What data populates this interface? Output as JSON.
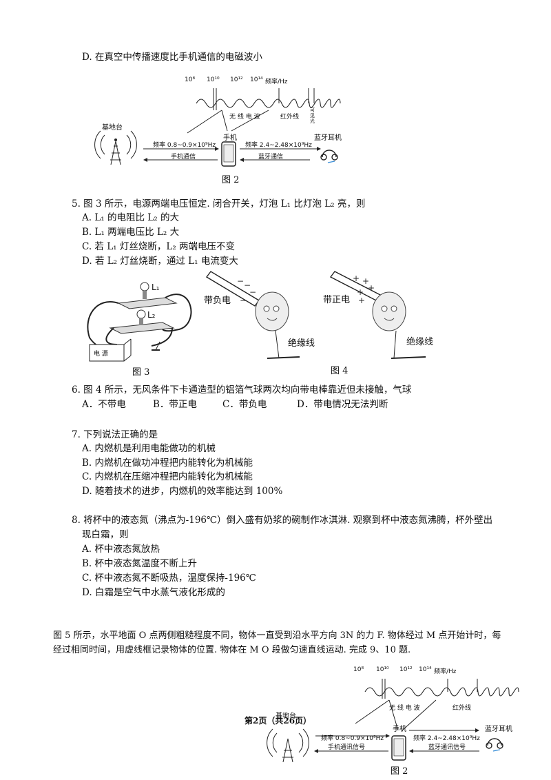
{
  "q4_option_d": "D. 在真空中传播速度比手机通信的电磁波小",
  "fig2": {
    "freq_ticks": [
      "10⁸",
      "10¹⁰",
      "10¹²",
      "10¹⁴"
    ],
    "freq_unit": "频率/Hz",
    "radio_wave": "无 线 电 波",
    "infrared": "红外线",
    "visible": "可见光",
    "base_station": "基地台",
    "phone": "手机",
    "bt_headset": "蓝牙耳机",
    "phone_freq": "频率 0.8~0.9×10⁹Hz",
    "phone_comm": "手机通信",
    "bt_freq": "频率 2.4~2.48×10⁹Hz",
    "bt_comm": "蓝牙通信",
    "caption": "图 2"
  },
  "q5": {
    "stem": "5. 图 3 所示，电源两端电压恒定. 闭合开关，灯泡 L₁ 比灯泡 L₂ 亮，则",
    "options": [
      "A. L₁ 的电阻比 L₂ 的大",
      "B. L₁ 两端电压比 L₂ 大",
      "C. 若 L₁ 灯丝烧断，L₂ 两端电压不变",
      "D. 若 L₂ 灯丝烧断，通过 L₁ 电流变大"
    ]
  },
  "fig3": {
    "L1": "L₁",
    "L2": "L₂",
    "power": "电 源",
    "caption": "图 3"
  },
  "fig4": {
    "negative": "带负电",
    "positive": "带正电",
    "insulator_left": "绝缘线",
    "insulator_right": "绝缘线",
    "caption": "图 4"
  },
  "q6": {
    "stem": "6. 图 4 所示，无风条件下卡通造型的铝箔气球两次均向带电棒靠近但未接触，气球",
    "options": [
      "A．不带电",
      "B．带正电",
      "C．带负电",
      "D．带电情况无法判断"
    ]
  },
  "q7": {
    "stem": "7. 下列说法正确的是",
    "options": [
      "A. 内燃机是利用电能做功的机械",
      "B. 内燃机在做功冲程把内能转化为机械能",
      "C. 内燃机在压缩冲程把内能转化为机械能",
      "D. 随着技术的进步，内燃机的效率能达到 100%"
    ]
  },
  "q8": {
    "stem_line1": "8. 将杯中的液态氮（沸点为-196℃）倒入盛有奶浆的碗制作冰淇淋. 观察到杯中液态氮沸腾，杯外壁出",
    "stem_line2": "现白霜，则",
    "options": [
      "A. 杯中液态氮放热",
      "B. 杯中液态氮温度不断上升",
      "C. 杯中液态氮不断吸热，温度保持-196℃",
      "D. 白霜是空气中水蒸气液化形成的"
    ]
  },
  "intro910": {
    "line1": "图 5 所示，水平地面 O 点两侧粗糙程度不同，物体一直受到沿水平方向 3N 的力 F. 物体经过 M 点开始计时，每",
    "line2": "经过相同时间，用虚线框记录物体的位置. 物体在 M O 段做匀速直线运动. 完成 9、10 题."
  },
  "fig2b": {
    "freq_ticks": [
      "10⁸",
      "10¹⁰",
      "10¹²",
      "10¹⁴"
    ],
    "freq_unit": "频率/Hz",
    "radio_wave": "无 线 电 波",
    "infrared": "红外线",
    "base_station": "基地台",
    "phone": "手机",
    "bt_headset": "蓝牙耳机",
    "phone_freq": "频率 0.8~0.9×10⁹Hz",
    "phone_signal": "手机通讯信号",
    "bt_freq": "频率 2.4~2.48×10⁹Hz",
    "bt_signal": "蓝牙通讯信号",
    "caption": "图 2"
  },
  "page_footer": "第2页（共26页）"
}
